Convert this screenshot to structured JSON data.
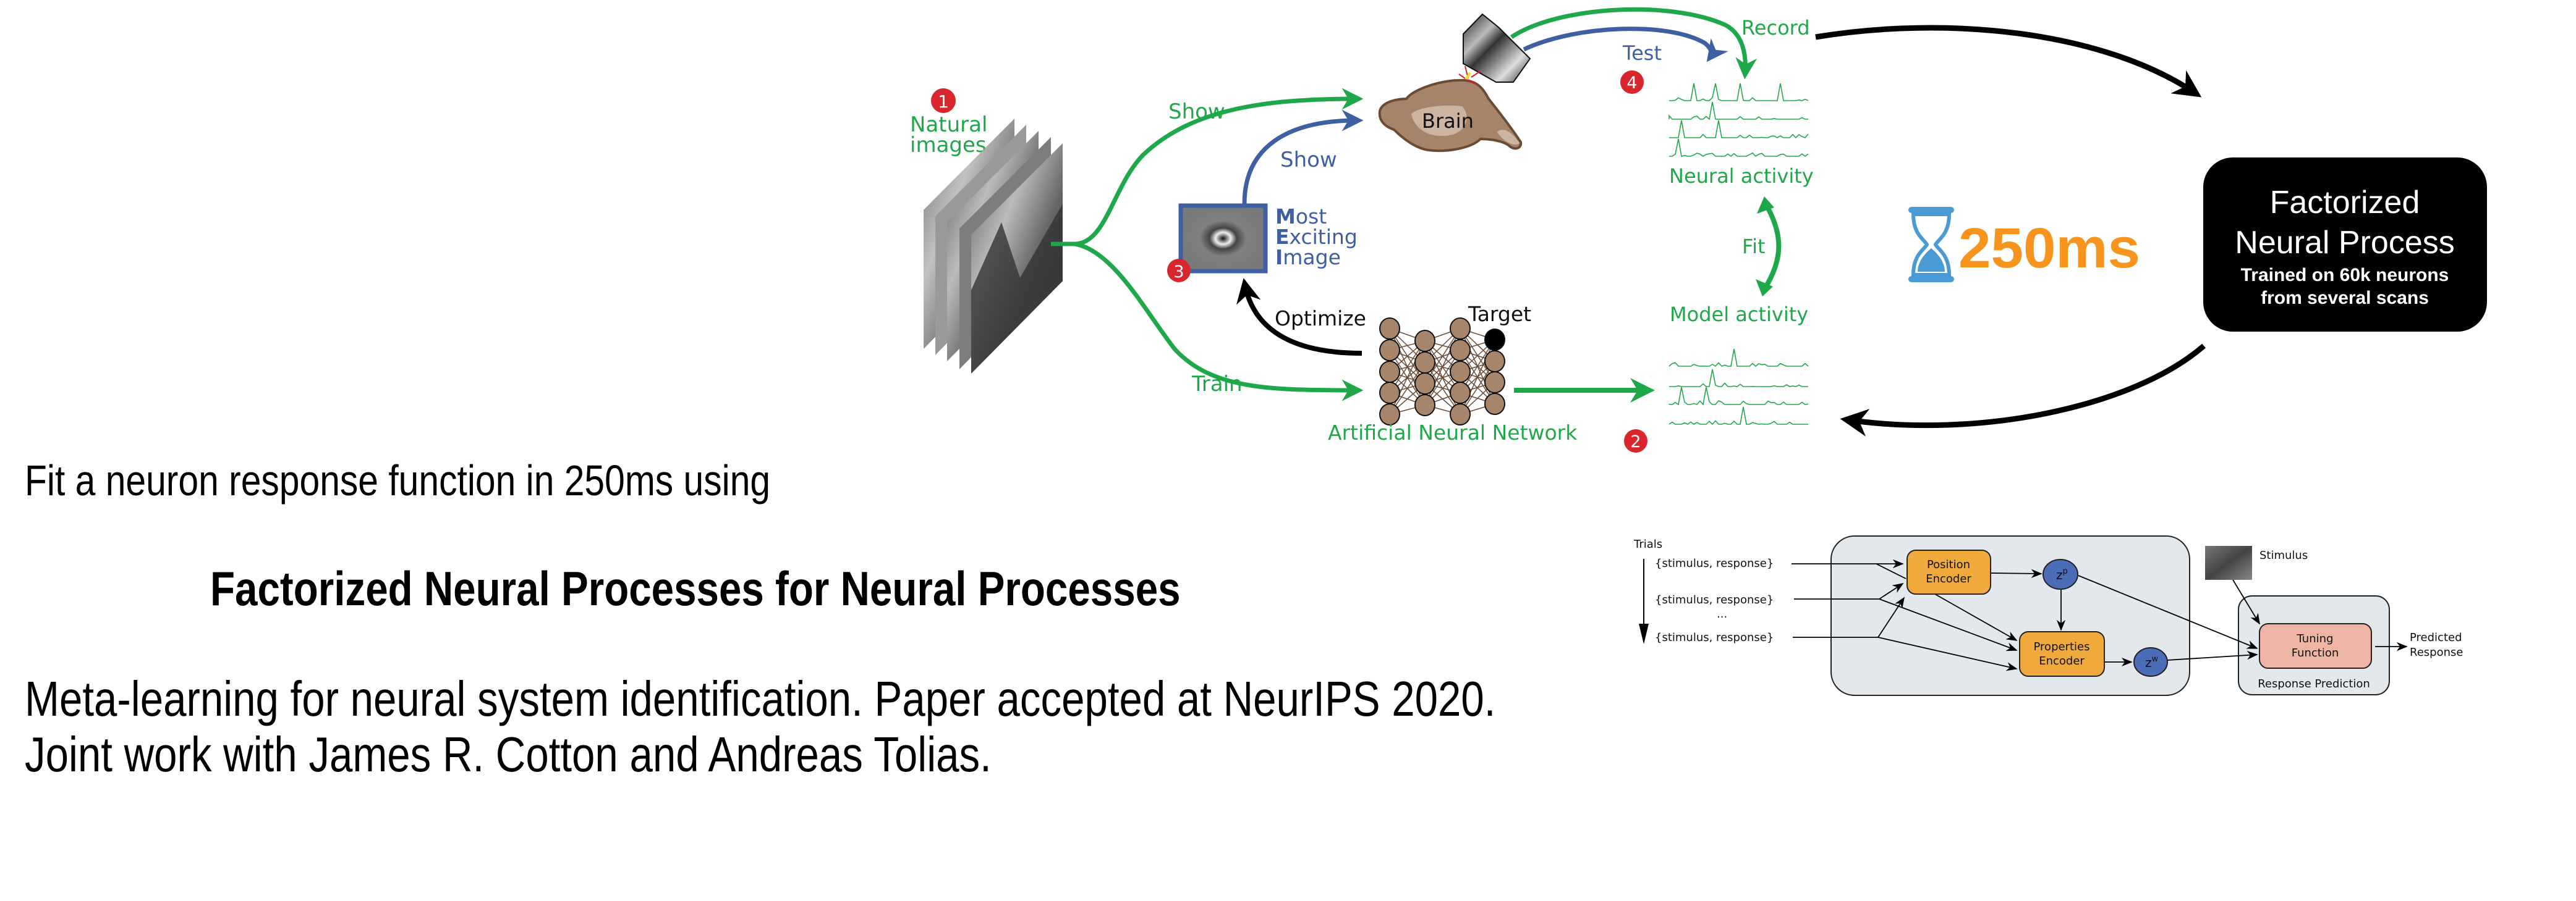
{
  "text": {
    "lead": "Fit a neuron response function in 250ms using",
    "title": "Factorized Neural Processes for Neural Processes",
    "meta_line1": "Meta-learning for neural system identification. Paper accepted at NeurIPS 2020.",
    "meta_line2": "Joint work with James R. Cotton and Andreas Tolias."
  },
  "pipeline_figure": {
    "badges": [
      "1",
      "2",
      "3",
      "4"
    ],
    "natural_images_label": [
      "Natural",
      "images"
    ],
    "show_green_label": "Show",
    "show_blue_label": "Show",
    "train_label": "Train",
    "optimize_label": "Optimize",
    "target_label": "Target",
    "brain_label": "Brain",
    "mei_label": {
      "line1_initial": "M",
      "line1_rest": "ost",
      "line2_initial": "E",
      "line2_rest": "xciting",
      "line3_initial": "I",
      "line3_rest": "mage"
    },
    "ann_label": "Artificial Neural Network",
    "test_label": "Test",
    "record_label": "Record",
    "neural_activity_label": "Neural activity",
    "model_activity_label": "Model activity",
    "fit_label": "Fit",
    "icons": [
      "microscope-icon",
      "brain-icon",
      "hourglass-icon"
    ]
  },
  "timing": {
    "value": "250ms",
    "icon": "hourglass-icon"
  },
  "fnp_box": {
    "line1": "Factorized",
    "line2": "Neural Process",
    "sub1": "Trained on 60k neurons",
    "sub2": "from several scans"
  },
  "architecture_diagram": {
    "trials_label": "Trials",
    "trial_rows": [
      "{stimulus, response}",
      "{stimulus, response}",
      "{stimulus, response}"
    ],
    "ellipsis": "...",
    "position_encoder": [
      "Position",
      "Encoder"
    ],
    "properties_encoder": [
      "Properties",
      "Encoder"
    ],
    "zp_label": "z",
    "zp_sup": "p",
    "zw_label": "z",
    "zw_sup": "w",
    "stimulus_label": "Stimulus",
    "tuning_function": [
      "Tuning",
      "Function"
    ],
    "response_prediction_label": "Response Prediction",
    "predicted_response": [
      "Predicted",
      "Response"
    ]
  },
  "colors": {
    "green": "#1fa84a",
    "blue": "#3f5fa3",
    "red_badge": "#d9262c",
    "orange": "#f7941d",
    "hourglass_blue": "#4a9ad6",
    "node_brown": "#a6856b",
    "encoder_orange": "#f0aa3c",
    "latent_blue": "#4a6db5",
    "tuning_pink": "#efb5a4",
    "panel_gray": "#e2e8ec"
  }
}
